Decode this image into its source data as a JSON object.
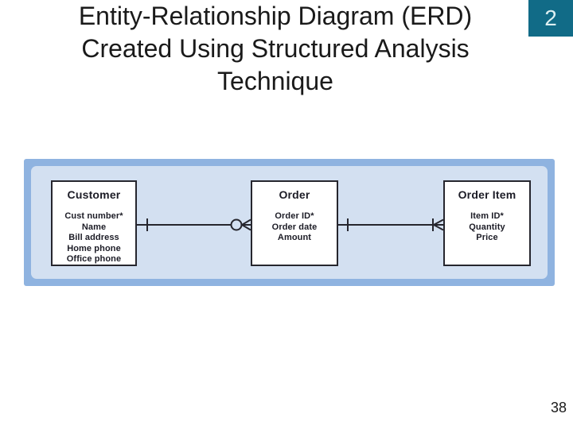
{
  "slide": {
    "title": "Entity-Relationship Diagram (ERD) Created Using Structured Analysis Technique",
    "title_lines": [
      "Entity-Relationship Diagram (ERD)",
      "Created Using Structured Analysis",
      "Technique"
    ],
    "chapter_badge": "2",
    "page_number": "38"
  },
  "diagram": {
    "entities": [
      {
        "name": "Customer",
        "attributes": [
          "Cust number*",
          "Name",
          "Bill address",
          "Home phone",
          "Office phone"
        ]
      },
      {
        "name": "Order",
        "attributes": [
          "Order ID*",
          "Order date",
          "Amount"
        ]
      },
      {
        "name": "Order Item",
        "attributes": [
          "Item ID*",
          "Quantity",
          "Price"
        ]
      }
    ],
    "relationships": [
      {
        "from": "Customer",
        "to": "Order",
        "from_cardinality": "one",
        "to_cardinality": "zero-or-many"
      },
      {
        "from": "Order",
        "to": "Order Item",
        "from_cardinality": "one",
        "to_cardinality": "one-or-many"
      }
    ],
    "colors": {
      "frame": "#8FB3E0",
      "panel_background": "#D3E0F1",
      "box_fill": "#FFFFFF",
      "box_border": "#26262E",
      "connector": "#26262E"
    }
  },
  "colors": {
    "badge_background": "#116B87",
    "badge_text": "#DFF0F2",
    "title_text": "#1A1A1A",
    "page_number_text": "#1A1A1A"
  }
}
